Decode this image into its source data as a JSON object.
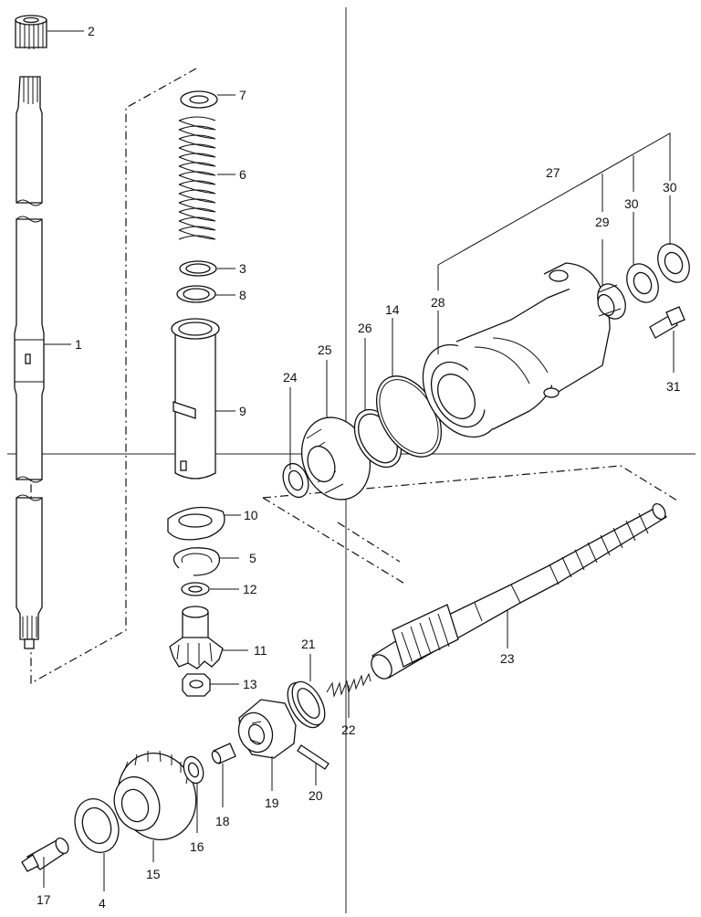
{
  "callouts": [
    "1",
    "2",
    "3",
    "4",
    "5",
    "6",
    "7",
    "8",
    "9",
    "10",
    "11",
    "12",
    "13",
    "14",
    "15",
    "16",
    "17",
    "18",
    "19",
    "20",
    "21",
    "22",
    "23",
    "24",
    "25",
    "26",
    "27",
    "28",
    "29",
    "30",
    "30",
    "31"
  ]
}
